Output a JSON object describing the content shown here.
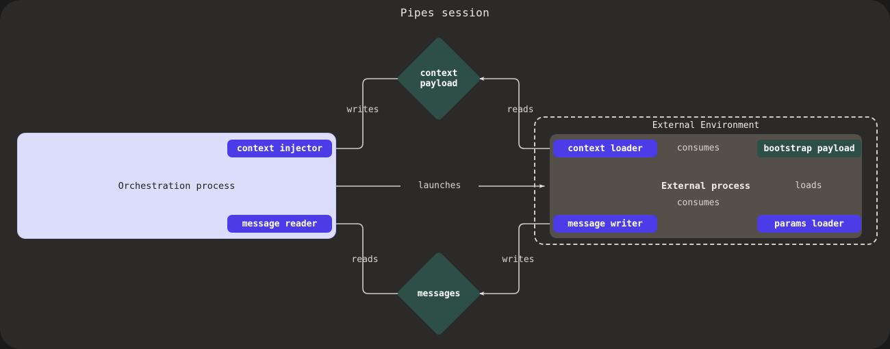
{
  "title": "Pipes session",
  "theme": {
    "page_background": "#2b2a28",
    "orchestration_fill": "#dcdcfb",
    "pill_fill": "#4c3ce8",
    "teal_fill": "#2d4f47",
    "external_process_fill": "#544f49",
    "edge_stroke": "#cfcdc9",
    "label_text": "#d8d5d1"
  },
  "clusters": {
    "orchestration": {
      "label": "Orchestration process"
    },
    "external_environment": {
      "label": "External Environment"
    },
    "external_process": {
      "label": "External process"
    }
  },
  "nodes": {
    "context_payload": {
      "label": "context\npayload",
      "shape": "diamond"
    },
    "messages": {
      "label": "messages",
      "shape": "diamond"
    },
    "context_injector": {
      "label": "context injector",
      "shape": "pill"
    },
    "message_reader": {
      "label": "message reader",
      "shape": "pill"
    },
    "context_loader": {
      "label": "context loader",
      "shape": "pill"
    },
    "message_writer": {
      "label": "message writer",
      "shape": "pill"
    },
    "params_loader": {
      "label": "params loader",
      "shape": "pill"
    },
    "bootstrap_payload": {
      "label": "bootstrap payload",
      "shape": "rect"
    }
  },
  "edges": [
    {
      "id": "writes-context",
      "label": "writes",
      "from": "context_injector",
      "to": "context_payload"
    },
    {
      "id": "reads-context",
      "label": "reads",
      "from": "context_loader",
      "to": "context_payload"
    },
    {
      "id": "launches",
      "label": "launches",
      "from": "orchestration",
      "to": "external_environment"
    },
    {
      "id": "reads-messages",
      "label": "reads",
      "from": "message_reader",
      "to": "messages"
    },
    {
      "id": "writes-messages",
      "label": "writes",
      "from": "message_writer",
      "to": "messages"
    },
    {
      "id": "consumes-context",
      "label": "consumes",
      "from": "context_loader",
      "to": "bootstrap_payload"
    },
    {
      "id": "consumes-writer",
      "label": "consumes",
      "from": "message_writer",
      "to": "bootstrap_payload"
    },
    {
      "id": "loads-params",
      "label": "loads",
      "from": "params_loader",
      "to": "bootstrap_payload"
    }
  ]
}
